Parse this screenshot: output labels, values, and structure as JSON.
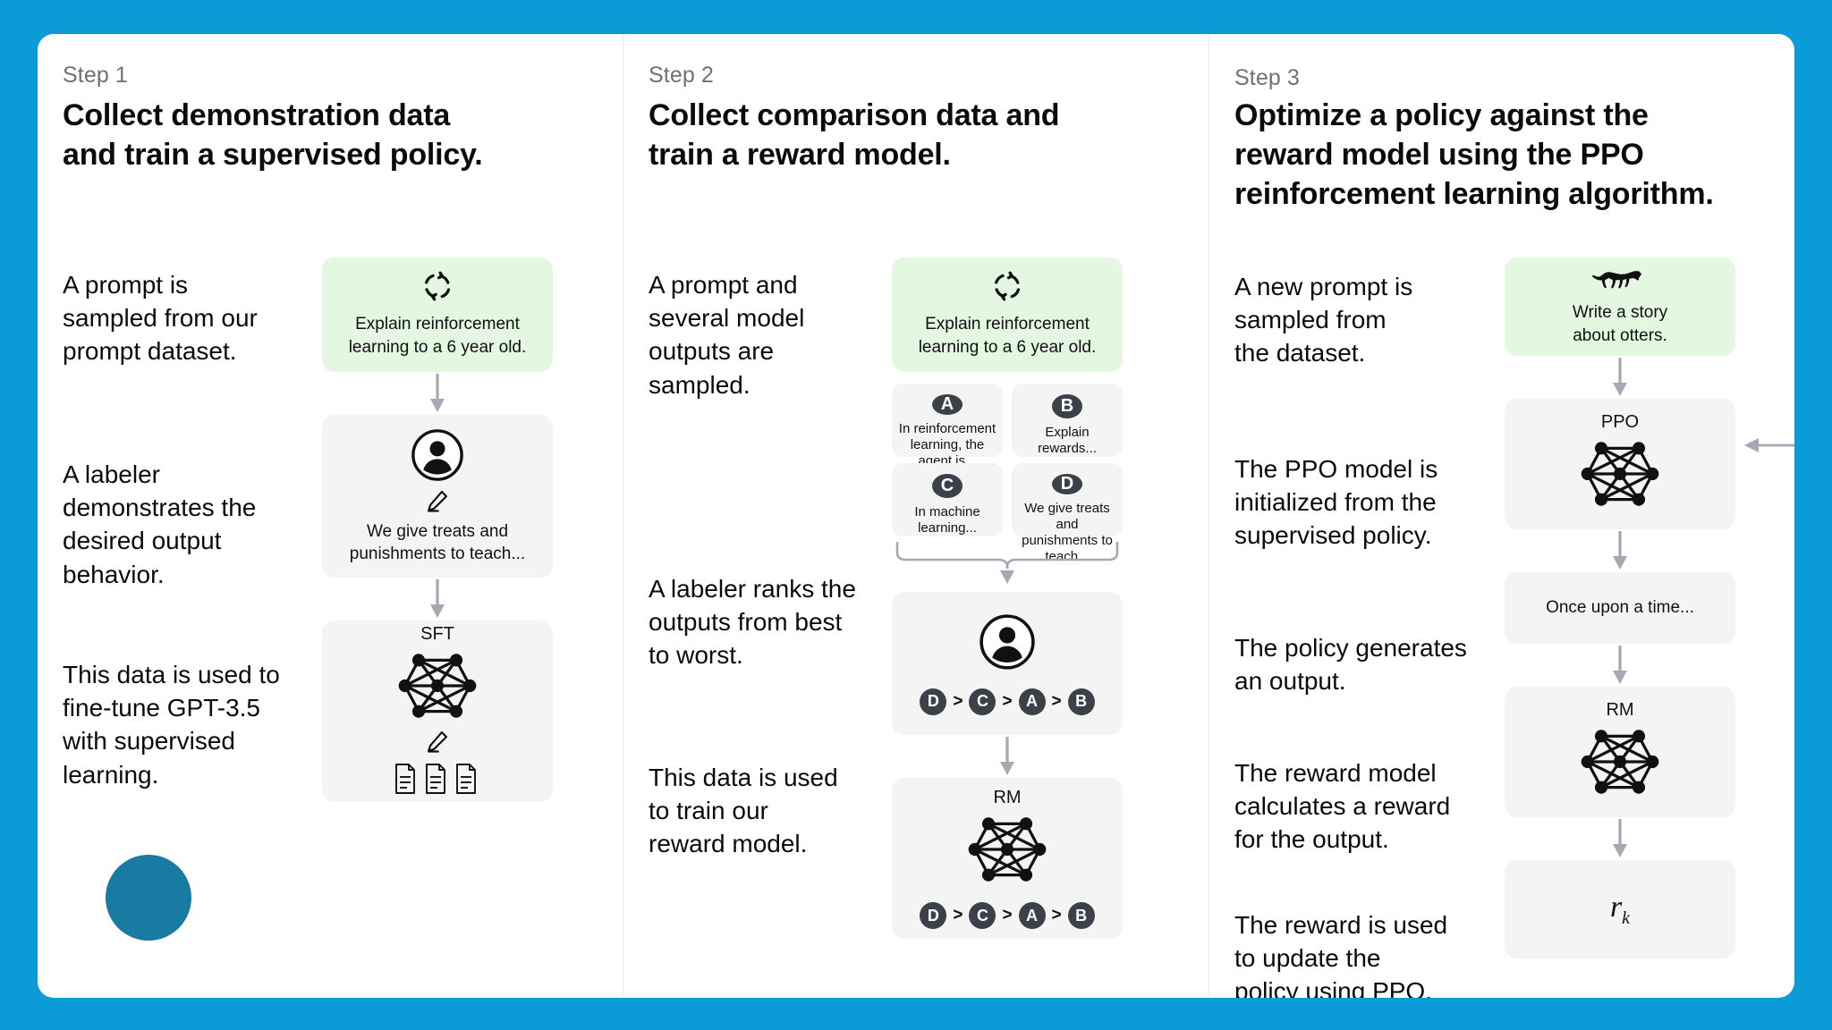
{
  "theme": {
    "page_bg": "#0b9cd8",
    "card_bg": "#ffffff",
    "accent_deco": "#1a7ba2",
    "prompt_box_bg": "#e3f7e1",
    "model_box_bg": "#f4f4f5",
    "badge_bg": "#3b4049",
    "arrow_color": "#a7a8b3",
    "step_label_color": "#6e7277"
  },
  "columns": [
    {
      "step_label": "Step 1",
      "title": "Collect demonstration data\nand train a supervised policy.",
      "descriptions": [
        "A prompt is\nsampled from our\nprompt dataset.",
        "A labeler\ndemonstrates the\ndesired output\nbehavior.",
        "This data is used to\nfine-tune GPT-3.5\nwith supervised\nlearning."
      ],
      "flow": {
        "prompt_box": {
          "icon": "sample-loop-icon",
          "text": "Explain reinforcement\nlearning to a 6 year old."
        },
        "labeler_box": {
          "icon_person": "person-circle-icon",
          "icon_pencil": "pencil-icon",
          "text": "We give treats and\npunishments to teach..."
        },
        "model_box": {
          "label": "SFT",
          "icon_network": "neural-network-icon",
          "icon_pencil": "pencil-icon",
          "icon_documents": "documents-icon"
        }
      }
    },
    {
      "step_label": "Step 2",
      "title": "Collect comparison data and\ntrain a reward model.",
      "descriptions": [
        "A prompt and\nseveral model\noutputs are\nsampled.",
        "A labeler ranks the\noutputs from best\nto worst.",
        "This data is used\nto train our\nreward model."
      ],
      "flow": {
        "prompt_box": {
          "icon": "sample-loop-icon",
          "text": "Explain reinforcement\nlearning to a 6 year old."
        },
        "options": [
          {
            "letter": "A",
            "text": "In reinforcement\nlearning, the\nagent is..."
          },
          {
            "letter": "B",
            "text": "Explain rewards..."
          },
          {
            "letter": "C",
            "text": "In machine\nlearning..."
          },
          {
            "letter": "D",
            "text": "We give treats and\npunishments to\nteach..."
          }
        ],
        "ranking_box": {
          "icon": "person-circle-icon",
          "ranking": [
            "D",
            "C",
            "A",
            "B"
          ],
          "separator": ">"
        },
        "model_box": {
          "label": "RM",
          "icon_network": "neural-network-icon",
          "ranking": [
            "D",
            "C",
            "A",
            "B"
          ],
          "separator": ">"
        }
      }
    },
    {
      "step_label": "Step 3",
      "title": "Optimize a policy against the\nreward model using the PPO\nreinforcement learning algorithm.",
      "descriptions": [
        "A new prompt is\nsampled from\nthe dataset.",
        "The PPO model is\ninitialized from the\nsupervised policy.",
        "The policy generates\nan output.",
        "The reward model\ncalculates a reward\nfor the output.",
        "The reward is used\nto update the\npolicy using PPO."
      ],
      "flow": {
        "prompt_box": {
          "icon": "otter-icon",
          "text": "Write a story\nabout otters."
        },
        "ppo_box": {
          "label": "PPO",
          "icon_network": "neural-network-icon"
        },
        "output_box": {
          "text": "Once upon a time..."
        },
        "rm_box": {
          "label": "RM",
          "icon_network": "neural-network-icon"
        },
        "reward_box": {
          "symbol": "r",
          "subscript": "k"
        }
      }
    }
  ]
}
